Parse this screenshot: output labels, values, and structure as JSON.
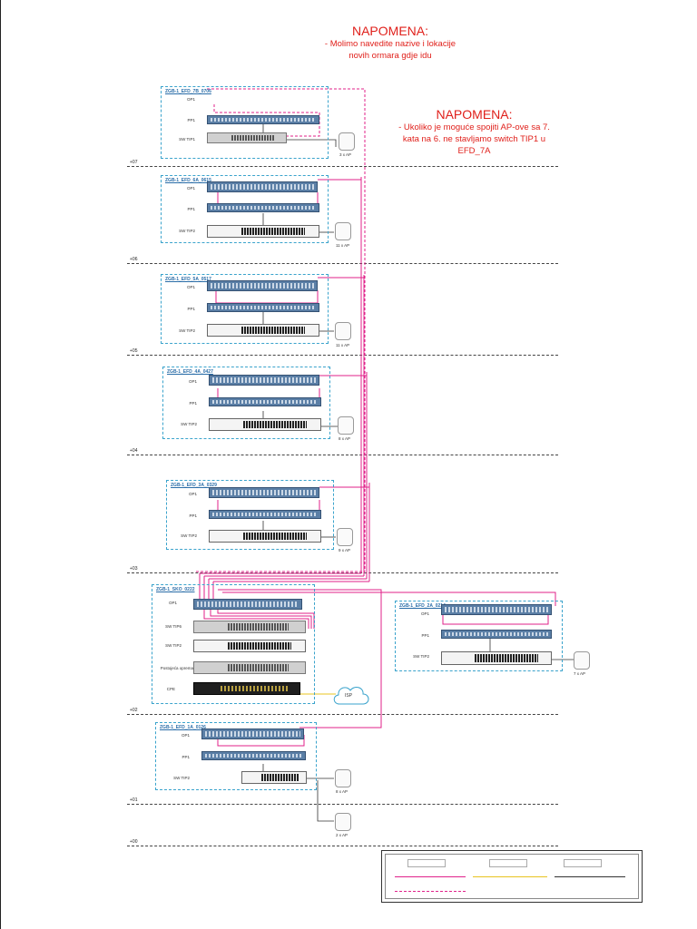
{
  "notes": {
    "top": {
      "heading": "NAPOMENA:",
      "lines": [
        "- Molimo navedite nazive i lokacije",
        "novih ormara gdje idu"
      ]
    },
    "right": {
      "heading": "NAPOMENA:",
      "lines": [
        "- Ukoliko je moguće spojiti AP-ove sa 7.",
        "kata na 6. ne stavljamo switch TIP1 u",
        "EFD_7A"
      ]
    }
  },
  "floors": [
    "+07",
    "+06",
    "+05",
    "+04",
    "+03",
    "+02",
    "+01",
    "+00"
  ],
  "row_labels": {
    "op": "OP1",
    "pp": "PP1",
    "sw_tip1": "SW TIP1",
    "sw_tip2": "SW TIP2",
    "sw_tip6": "SW TIP6",
    "prov": "Postojeća oprema",
    "cpe": "CPE"
  },
  "ap_counts": [
    "3 x AP",
    "11 x AP",
    "11 x AP",
    "8 x AP",
    "9 x AP",
    "7 x AP",
    "8 x AP",
    "2 x AP"
  ],
  "isp": "ISP",
  "colors": {
    "fiber": "#e0218a",
    "copper": "#e8c420",
    "utp": "#333333",
    "cabinet_border": "#3aa3cc",
    "note": "#e0201b"
  }
}
